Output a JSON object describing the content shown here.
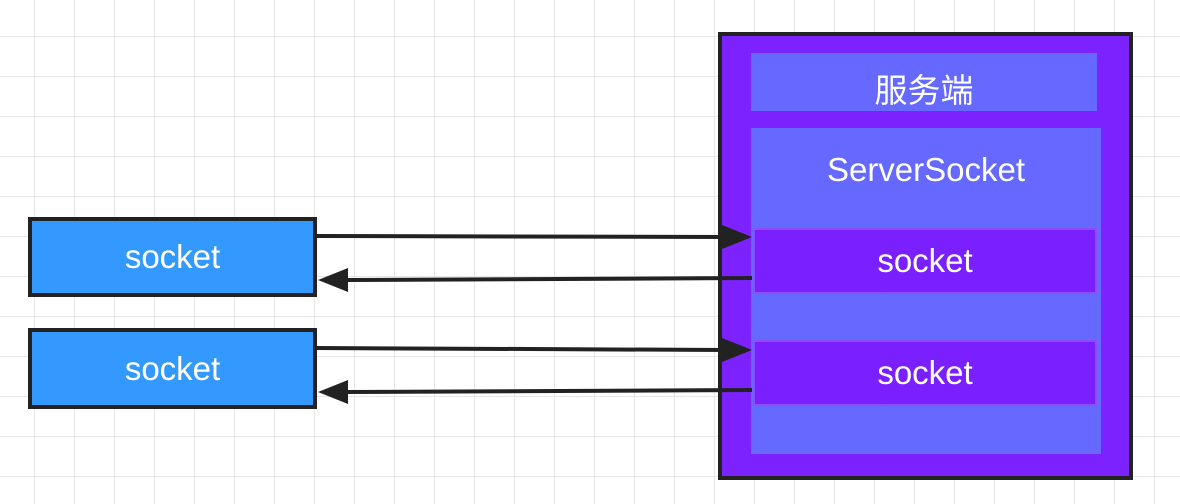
{
  "clients": [
    {
      "label": "socket"
    },
    {
      "label": "socket"
    }
  ],
  "server": {
    "title": "服务端",
    "server_socket_label": "ServerSocket",
    "sockets": [
      {
        "label": "socket"
      },
      {
        "label": "socket"
      }
    ]
  },
  "colors": {
    "client_fill": "#3399ff",
    "server_fill": "#7b22ff",
    "panel_fill": "#6569ff",
    "socket_fill": "#7a1fff",
    "stroke": "#222222"
  }
}
